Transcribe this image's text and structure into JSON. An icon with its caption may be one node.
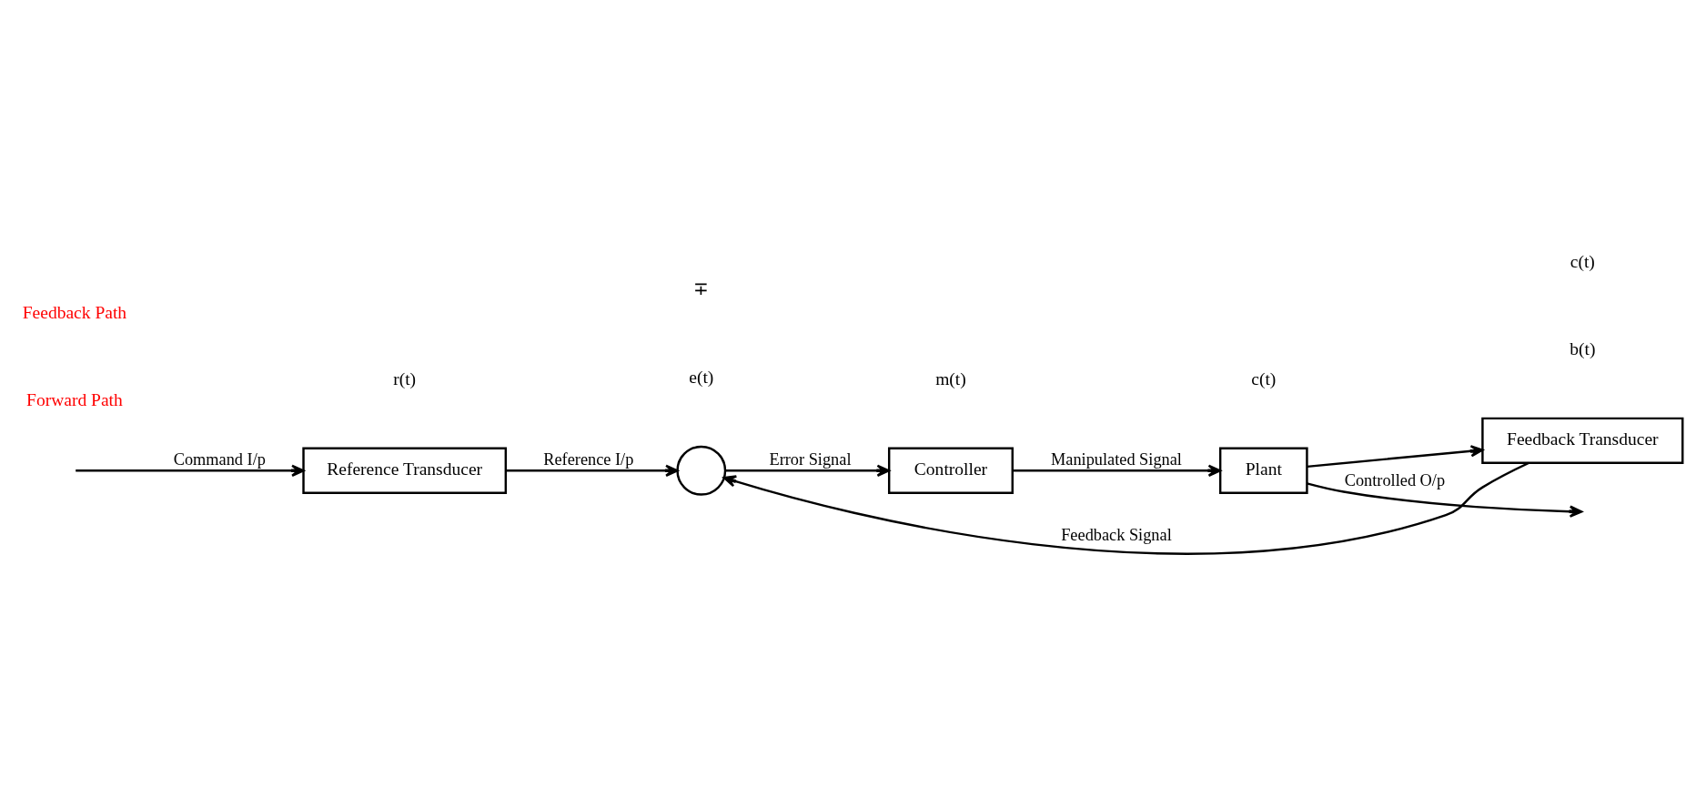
{
  "diagram": {
    "nodes": [
      {
        "text": [
          "Reference Transducer"
        ]
      },
      {
        "text": [],
        "shape": "circle"
      },
      {
        "text": [
          "Controller"
        ]
      },
      {
        "text": [
          "Plant"
        ]
      },
      {
        "text": [
          "Feedback Transducer"
        ]
      }
    ],
    "edges": [
      {
        "from": null,
        "to": 0,
        "arrow": "to",
        "label": "Command I/p"
      },
      {
        "from": 0,
        "to": 1,
        "arrow": "to",
        "label": "Reference I/p"
      },
      {
        "from": 1,
        "to": 2,
        "arrow": "to",
        "label": "Error Signal"
      },
      {
        "from": 2,
        "to": 3,
        "arrow": "to",
        "label": "Manipulated Signal"
      },
      {
        "from": 3,
        "to": null,
        "arrow": "to",
        "label": "Controlled O/p"
      },
      {
        "from": 3,
        "to": 4,
        "arrow": "to"
      },
      {
        "from": 4,
        "to": 1,
        "arrow": "to",
        "label": "Feedback Signal"
      }
    ],
    "labels": [
      "Forward Path",
      "r(t)",
      "e(t)",
      "m(t)",
      "c(t)",
      "∓",
      "b(t)",
      "c(t)",
      "Feedback Path"
    ]
  }
}
